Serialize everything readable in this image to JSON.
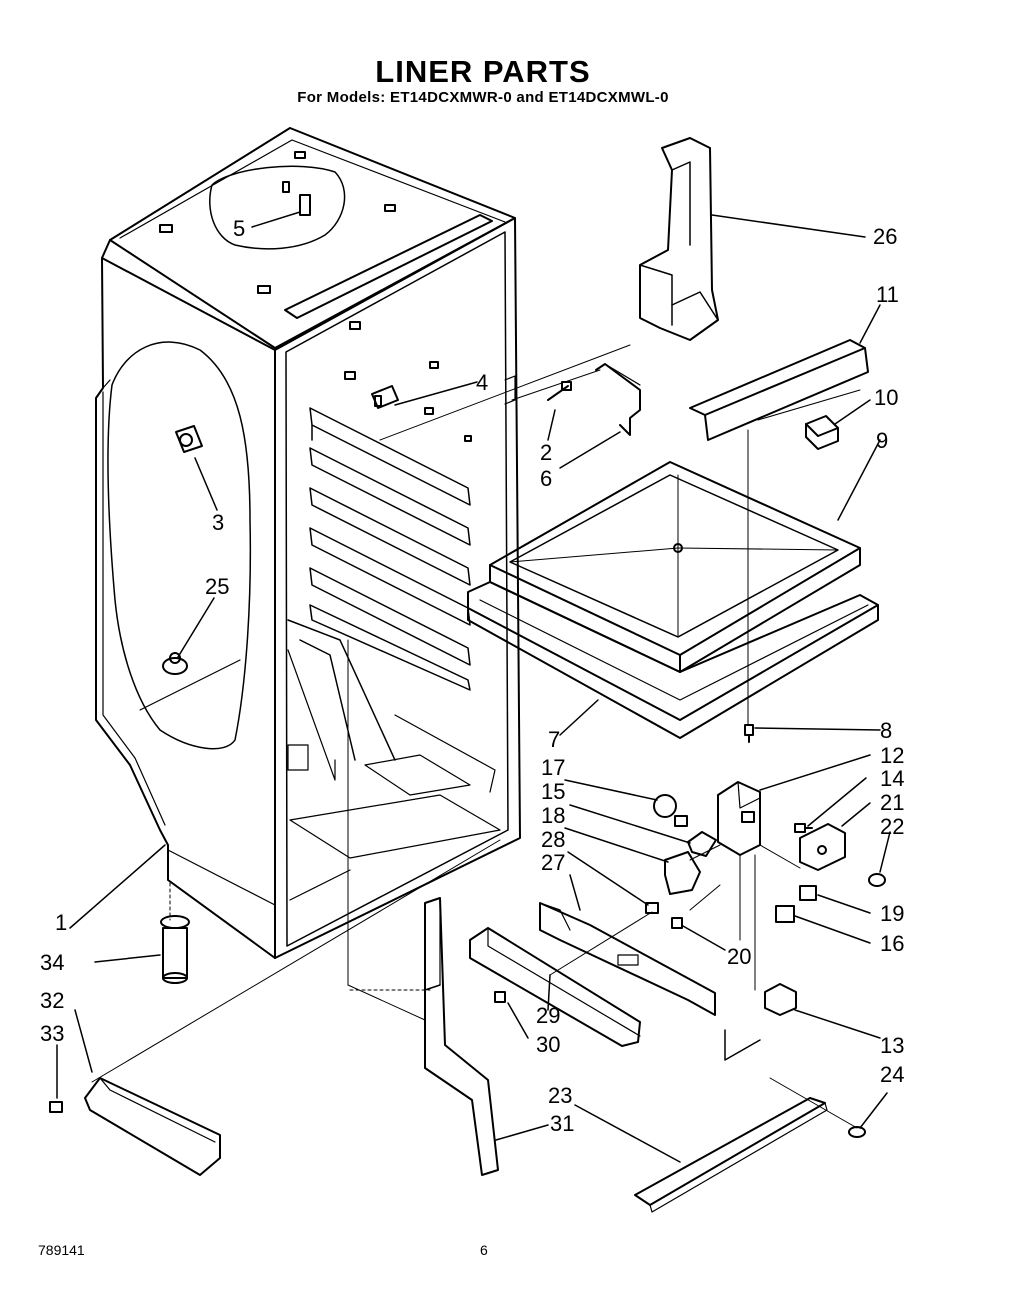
{
  "title": "LINER PARTS",
  "subtitle": "For Models: ET14DCXMWR-0 and ET14DCXMWL-0",
  "callouts": {
    "c1": "1",
    "c2": "2",
    "c3": "3",
    "c4": "4",
    "c5": "5",
    "c6": "6",
    "c7": "7",
    "c8": "8",
    "c9": "9",
    "c10": "10",
    "c11": "11",
    "c12": "12",
    "c13": "13",
    "c14": "14",
    "c15": "15",
    "c16": "16",
    "c17": "17",
    "c18": "18",
    "c19": "19",
    "c20": "20",
    "c21": "21",
    "c22": "22",
    "c23": "23",
    "c24": "24",
    "c25": "25",
    "c26": "26",
    "c27": "27",
    "c28": "28",
    "c29": "29",
    "c30": "30",
    "c31": "31",
    "c32": "32",
    "c33": "33",
    "c34": "34"
  },
  "footer": {
    "code": "789141",
    "page": "6"
  }
}
